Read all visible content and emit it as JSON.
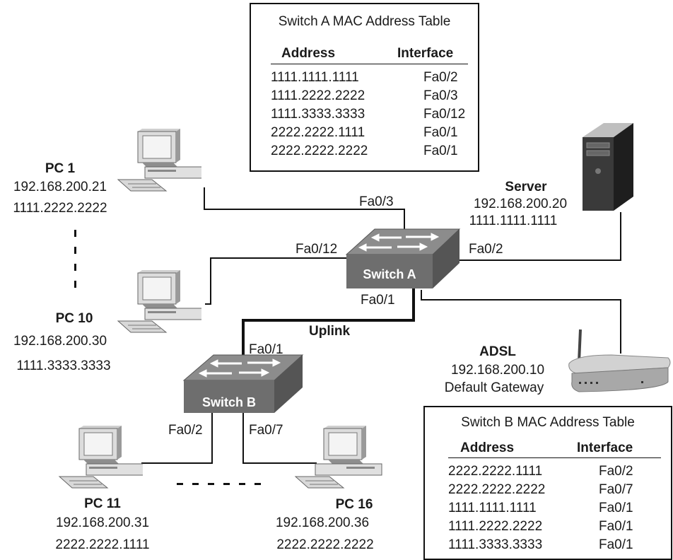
{
  "switch_a_table": {
    "title": "Switch A MAC Address Table",
    "headers": {
      "address": "Address",
      "interface": "Interface"
    },
    "rows": [
      {
        "address": "1111.1111.1111",
        "interface": "Fa0/2"
      },
      {
        "address": "1111.2222.2222",
        "interface": "Fa0/3"
      },
      {
        "address": "1111.3333.3333",
        "interface": "Fa0/12"
      },
      {
        "address": "2222.2222.1111",
        "interface": "Fa0/1"
      },
      {
        "address": "2222.2222.2222",
        "interface": "Fa0/1"
      }
    ]
  },
  "switch_b_table": {
    "title": "Switch B MAC Address Table",
    "headers": {
      "address": "Address",
      "interface": "Interface"
    },
    "rows": [
      {
        "address": "2222.2222.1111",
        "interface": "Fa0/2"
      },
      {
        "address": "2222.2222.2222",
        "interface": "Fa0/7"
      },
      {
        "address": "1111.1111.1111",
        "interface": "Fa0/1"
      },
      {
        "address": "1111.2222.2222",
        "interface": "Fa0/1"
      },
      {
        "address": "1111.3333.3333",
        "interface": "Fa0/1"
      }
    ]
  },
  "switches": {
    "a": {
      "label": "Switch A"
    },
    "b": {
      "label": "Switch B"
    }
  },
  "nodes": {
    "pc1": {
      "name": "PC 1",
      "ip": "192.168.200.21",
      "mac": "1111.2222.2222"
    },
    "pc10": {
      "name": "PC 10",
      "ip": "192.168.200.30",
      "mac": "1111.3333.3333"
    },
    "pc11": {
      "name": "PC 11",
      "ip": "192.168.200.31",
      "mac": "2222.2222.1111"
    },
    "pc16": {
      "name": "PC 16",
      "ip": "192.168.200.36",
      "mac": "2222.2222.2222"
    },
    "server": {
      "name": "Server",
      "ip": "192.168.200.20",
      "mac": "1111.1111.1111"
    },
    "adsl": {
      "name": "ADSL",
      "ip": "192.168.200.10",
      "role": "Default Gateway"
    }
  },
  "ports": {
    "a_fa03": "Fa0/3",
    "a_fa012": "Fa0/12",
    "a_fa02": "Fa0/2",
    "a_fa01": "Fa0/1",
    "b_fa01": "Fa0/1",
    "b_fa02": "Fa0/2",
    "b_fa07": "Fa0/7"
  },
  "uplink_label": "Uplink",
  "colors": {
    "switch_top": "#8c8c8c",
    "switch_front": "#6e6e6e",
    "switch_side": "#555555",
    "link": "#111111"
  }
}
